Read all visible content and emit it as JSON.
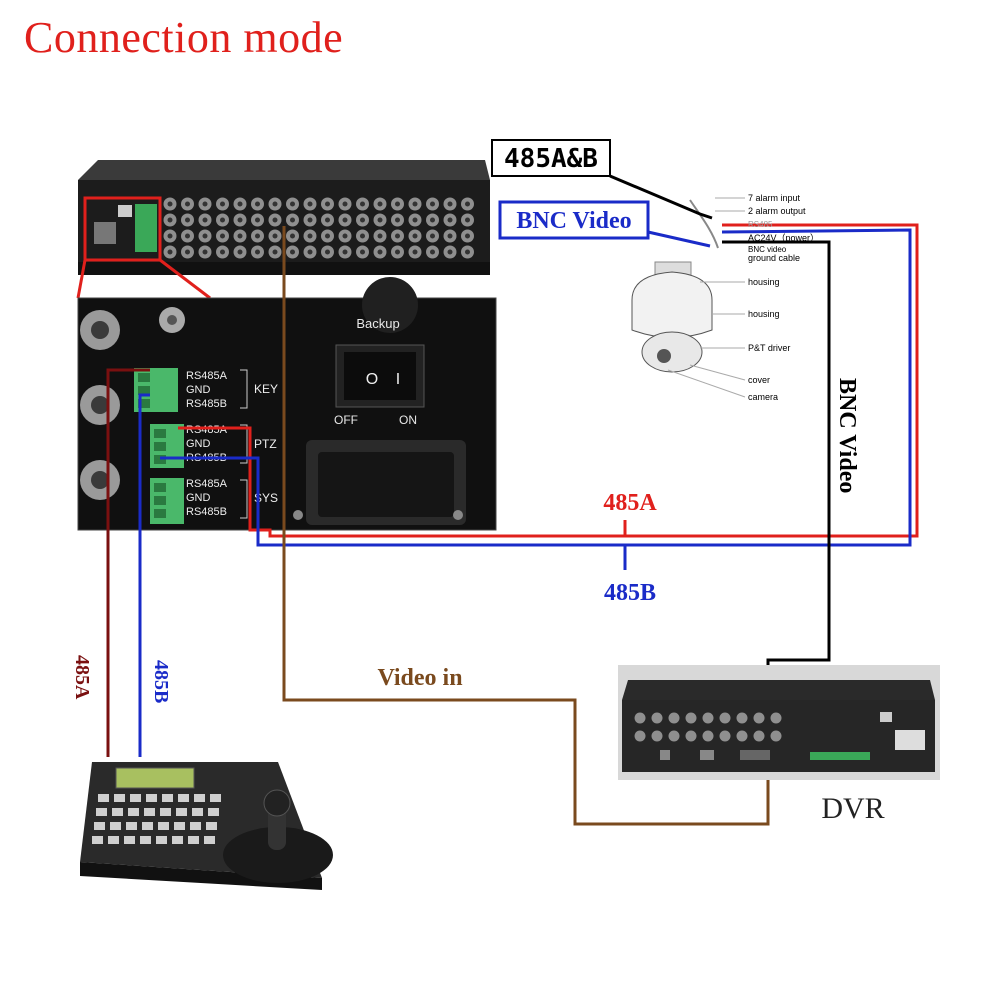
{
  "title": "Connection mode",
  "labels": {
    "rs485ab": "485A&B",
    "bnc_video_box": "BNC Video",
    "bnc_video_vertical": "BNC Video",
    "a485": "485A",
    "b485": "485B",
    "left_485a": "485A",
    "left_485b": "485B",
    "video_in": "Video in",
    "dvr": "DVR"
  },
  "panel": {
    "backup": "Backup",
    "switch_off": "OFF",
    "switch_on": "ON",
    "switch_o": "O",
    "switch_i": "I",
    "key_group": "KEY",
    "ptz_group": "PTZ",
    "sys_group": "SYS",
    "terminals": [
      "RS485A",
      "GND",
      "RS485B"
    ]
  },
  "camera_parts": [
    "7 alarm input",
    "2 alarm output",
    "RS485",
    "AC24V（power）",
    "BNC video",
    "ground cable",
    "housing",
    "housing",
    "P&T driver",
    "cover",
    "camera"
  ],
  "colors": {
    "title": "#e0201c",
    "wire_485a": "#e0201c",
    "wire_485b": "#1a2bc8",
    "wire_video_in": "#7a4a1e",
    "wire_bnc": "#000000",
    "wire_left_485a": "#7a1010",
    "wire_left_485b": "#1a2bc8"
  }
}
